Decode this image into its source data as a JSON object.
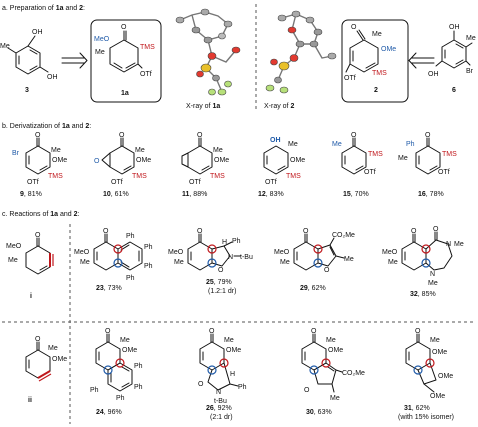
{
  "section_a": {
    "title": "a. Preparation of",
    "title_c1": "1a",
    "title_and": "and",
    "title_c2": "2",
    "title_colon": ":",
    "cmpd3": "3",
    "cmpd1a": "1a",
    "cmpd2": "2",
    "cmpd6": "6",
    "xray1a_prefix": "X-ray of",
    "xray1a_id": "1a",
    "xray2_prefix": "X-ray of",
    "xray2_id": "2"
  },
  "section_b": {
    "title": "b. Derivatization of",
    "title_c1": "1a",
    "title_and": "and",
    "title_c2": "2",
    "title_colon": ":",
    "products": [
      {
        "id": "9",
        "yield": ", 81%"
      },
      {
        "id": "10",
        "yield": ", 61%"
      },
      {
        "id": "11",
        "yield": ", 88%"
      },
      {
        "id": "12",
        "yield": ", 83%"
      },
      {
        "id": "15",
        "yield": ", 70%"
      },
      {
        "id": "16",
        "yield": ", 78%"
      }
    ]
  },
  "section_c": {
    "title": "c. Reactions of",
    "title_c1": "1a",
    "title_and": "and",
    "title_c2": "2",
    "title_colon": ":",
    "aryne_i": "i",
    "aryne_ii": "ii",
    "row1": [
      {
        "id": "23",
        "yield": ", 73%",
        "note": ""
      },
      {
        "id": "25",
        "yield": ", 79%",
        "note": "(1.2:1 dr)"
      },
      {
        "id": "29",
        "yield": ", 62%",
        "note": ""
      },
      {
        "id": "32",
        "yield": ", 85%",
        "note": ""
      }
    ],
    "row2": [
      {
        "id": "24",
        "yield": ", 96%",
        "note": ""
      },
      {
        "id": "26",
        "yield": ", 92%",
        "note": "(2:1 dr)"
      },
      {
        "id": "30",
        "yield": ", 63%",
        "note": ""
      },
      {
        "id": "31",
        "yield": ", 62%",
        "note": "(with 15% isomer)"
      }
    ]
  },
  "atoms": {
    "OH": "OH",
    "Me": "Me",
    "MeO": "MeO",
    "OMe": "OMe",
    "TMS": "TMS",
    "OTf": "OTf",
    "O": "O",
    "Br": "Br",
    "Ph": "Ph",
    "N": "N",
    "H": "H",
    "tBu": "t-Bu",
    "CO2Me": "CO₂Me"
  },
  "colors": {
    "red": "#c0171c",
    "blue": "#1f5aa8",
    "ink": "#111111",
    "divider": "#555555"
  }
}
